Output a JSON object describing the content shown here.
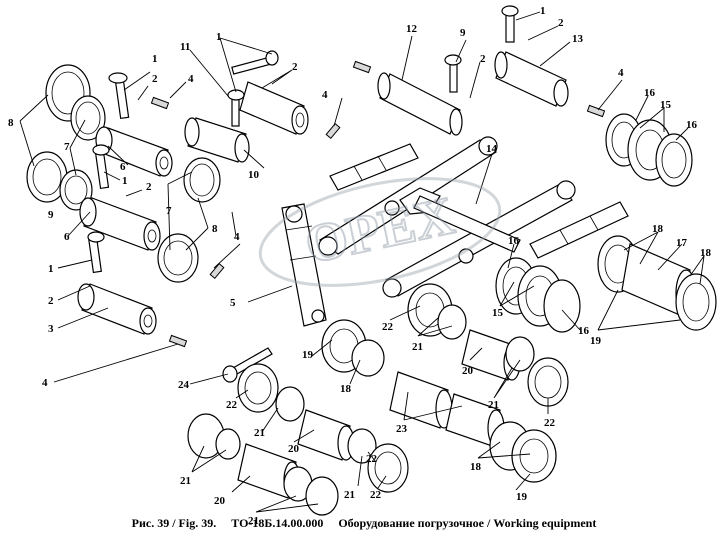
{
  "figure": {
    "caption_fig": "Рис. 39 / Fig. 39.",
    "caption_code": "ТО-18Б.14.00.000",
    "caption_title": "Оборудование погрузочное / Working equipment"
  },
  "watermark": {
    "text": "OPEX"
  },
  "callouts": [
    "1",
    "2",
    "3",
    "4",
    "5",
    "6",
    "7",
    "8",
    "9",
    "10",
    "11",
    "12",
    "13",
    "14",
    "15",
    "16",
    "17",
    "18",
    "19",
    "20",
    "21",
    "22",
    "23",
    "24"
  ]
}
